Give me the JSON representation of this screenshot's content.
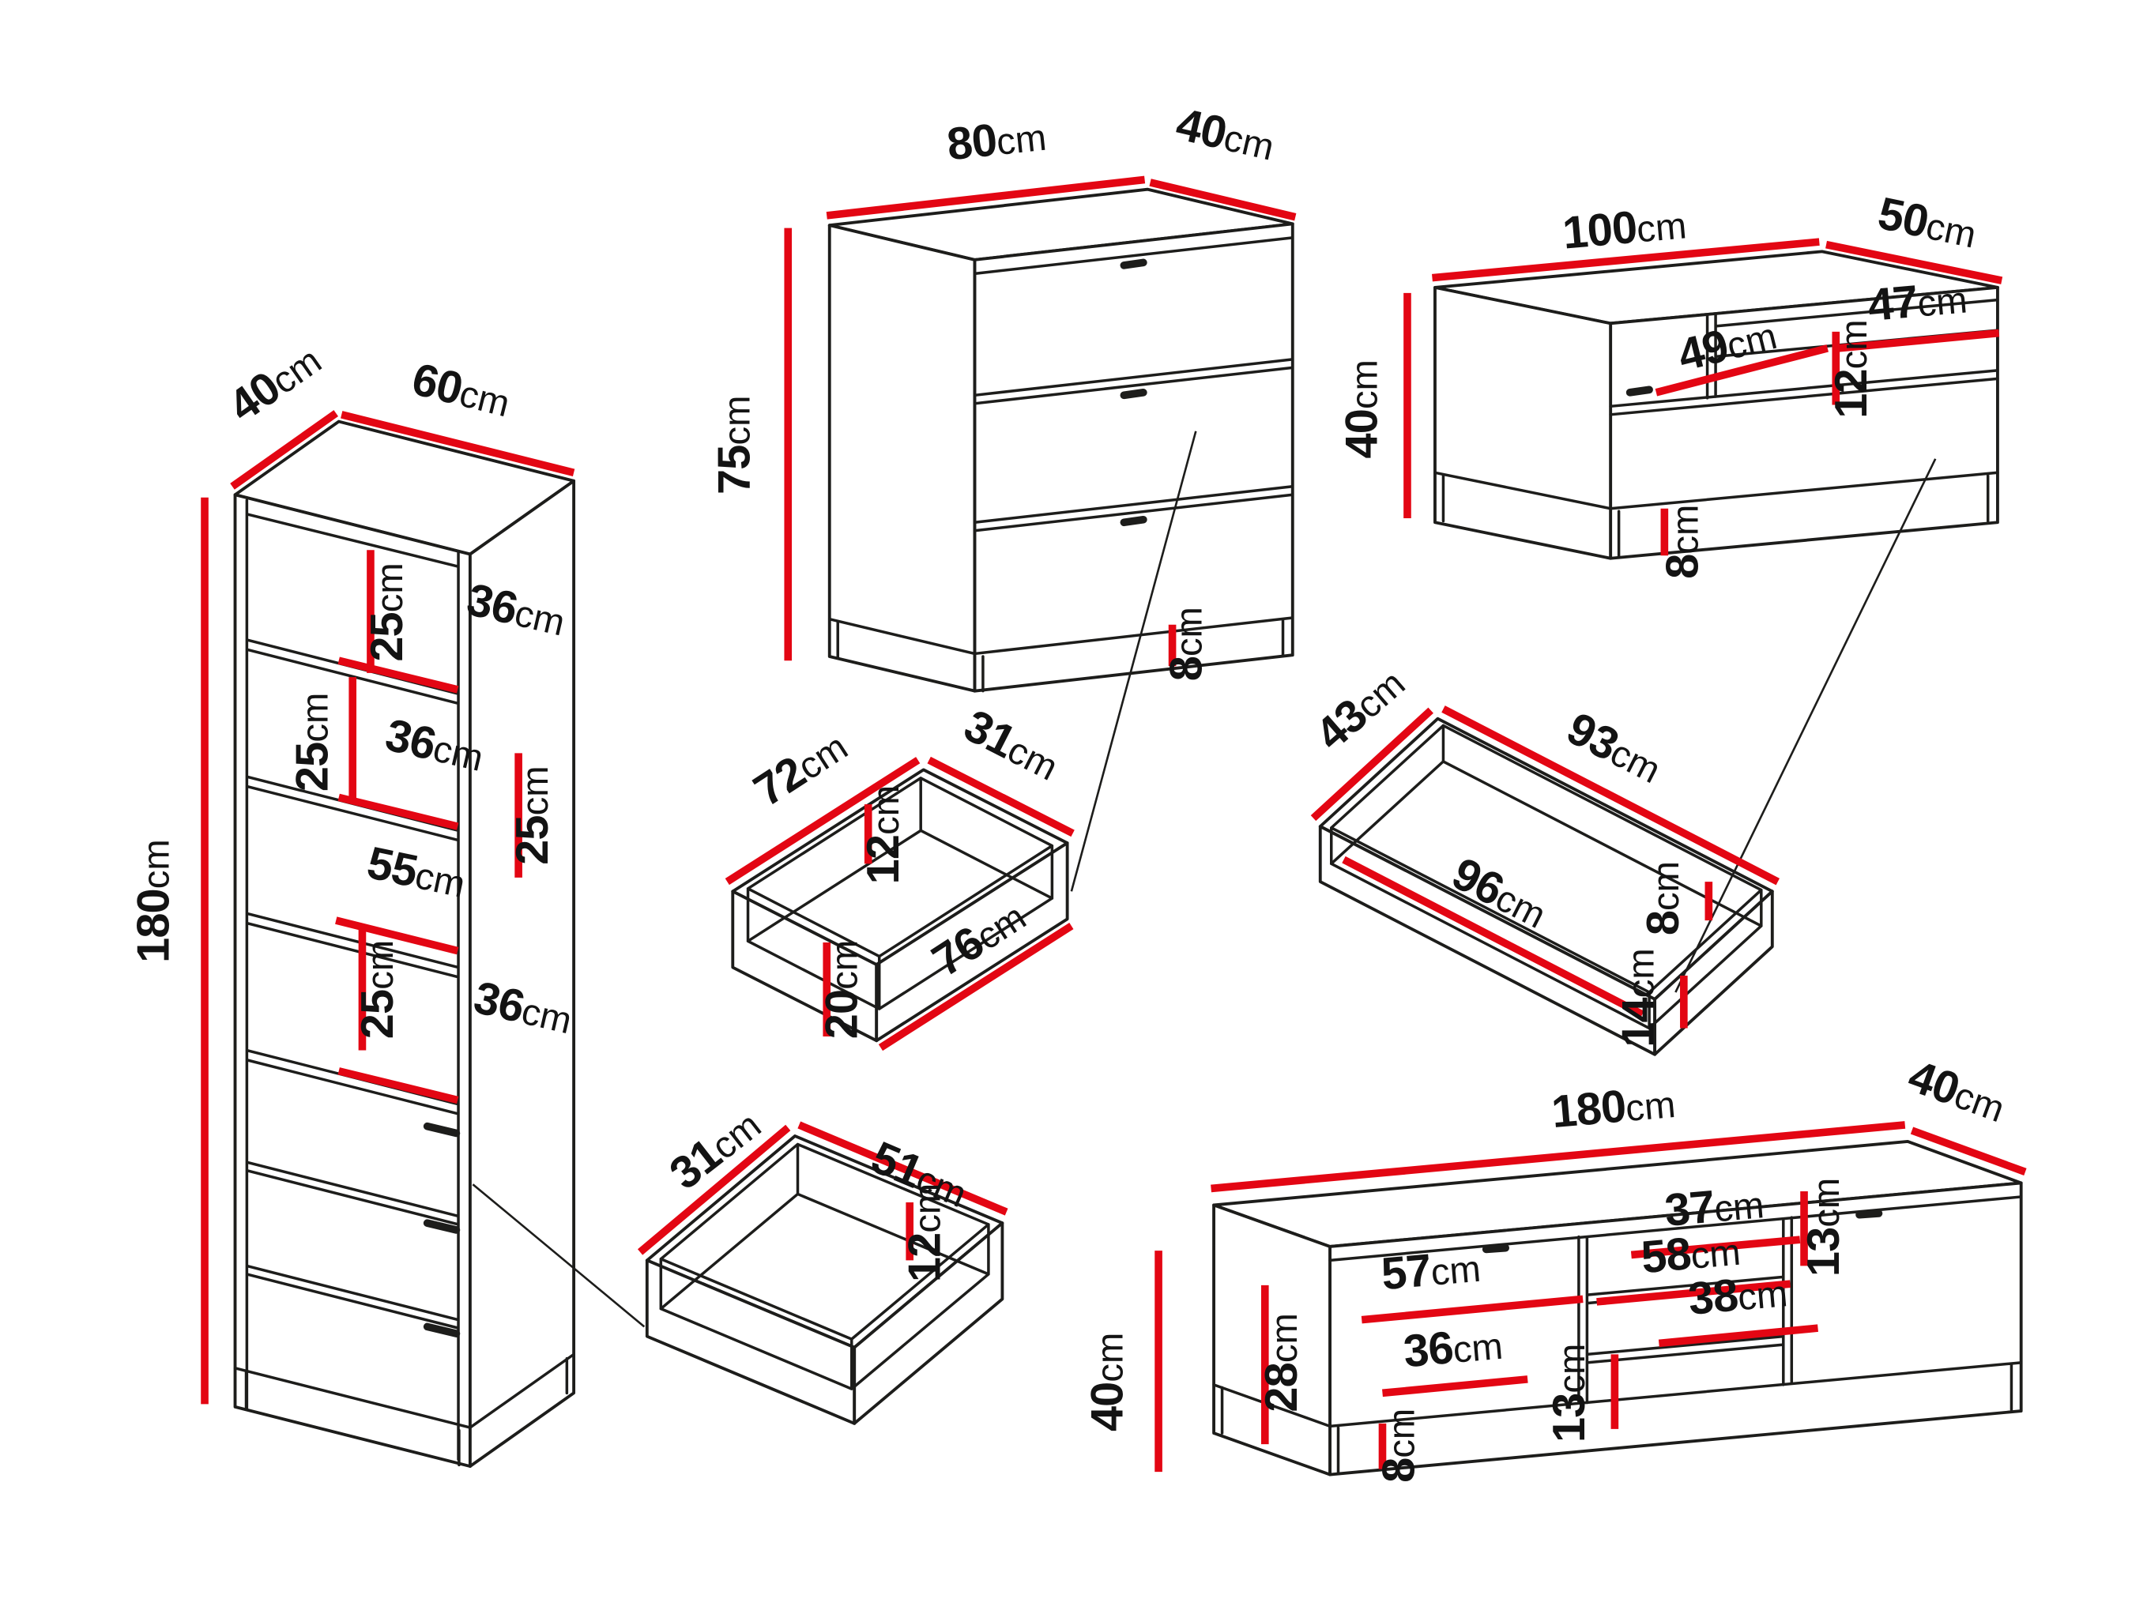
{
  "unit": "cm",
  "colors": {
    "dimension_line": "#e30613",
    "drawing_line": "#1d1d1b",
    "background": "#ffffff"
  },
  "pieces": {
    "bookcase": {
      "label": "tall bookcase",
      "depth": "40",
      "width": "60",
      "height": "180",
      "gap_top": "25",
      "shelf_top": "36",
      "gap_upper": "25",
      "shelf_upper": "36",
      "gap_middle": "25",
      "inner_width": "55",
      "gap_lower": "25",
      "shelf_lower": "36"
    },
    "chest": {
      "label": "chest of drawers",
      "width": "80",
      "depth": "40",
      "height": "75",
      "plinth": "8"
    },
    "chest_drawer": {
      "label": "chest drawer",
      "length": "72",
      "width": "31",
      "inner_depth": "12",
      "front_width": "76",
      "front_height": "20"
    },
    "tv_cabinet": {
      "label": "tv cabinet",
      "width": "100",
      "depth": "50",
      "height": "40",
      "niche_left": "49",
      "niche_right": "47",
      "niche_height": "12",
      "plinth": "8"
    },
    "tv_drawer": {
      "label": "tv cabinet drawer",
      "width": "43",
      "length": "93",
      "inner_length": "96",
      "inner_depth": "8",
      "front_height": "14"
    },
    "bookcase_drawer": {
      "label": "bookcase drawer",
      "width": "31",
      "length": "51",
      "inner_depth": "12"
    },
    "tv_bench": {
      "label": "tv bench",
      "width": "180",
      "depth": "40",
      "height": "40",
      "niche_height": "28",
      "niche_left": "57",
      "shelf_upper": "37",
      "niche_middle": "58",
      "gap_upper": "13",
      "shelf_lower": "38",
      "niche_lower": "36",
      "gap_lower": "13",
      "plinth": "8"
    }
  }
}
